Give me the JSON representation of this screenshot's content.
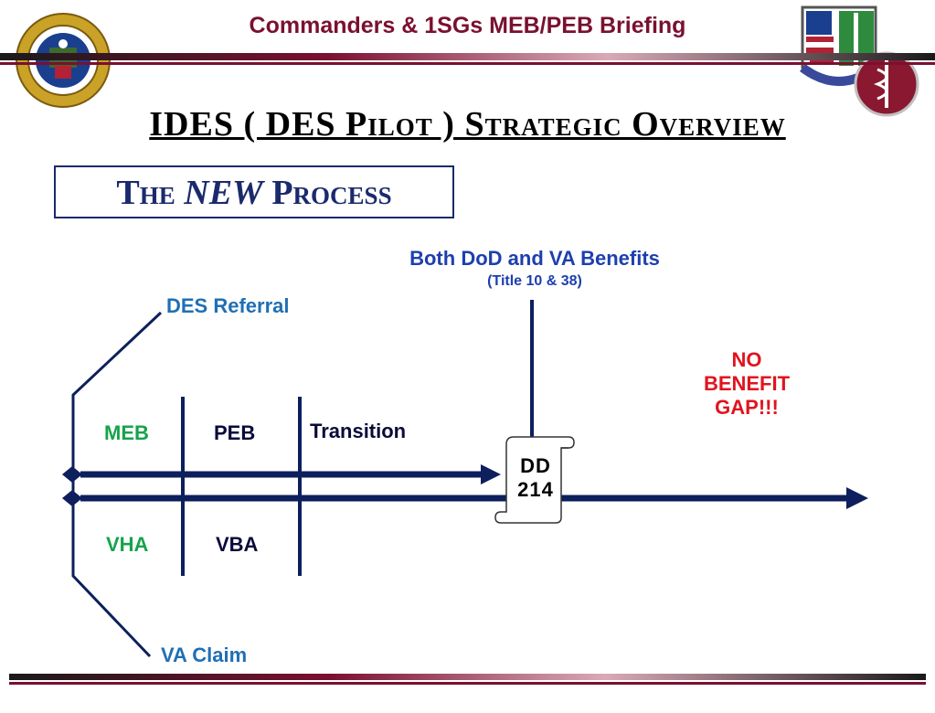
{
  "header": {
    "title": "Commanders & 1SGs MEB/PEB Briefing"
  },
  "slide": {
    "title": "IDES ( DES Pilot ) Strategic Overview",
    "process_heading_pre": "The ",
    "process_heading_new": "NEW",
    "process_heading_post": " Process"
  },
  "diagram": {
    "benefits_title": "Both DoD and VA Benefits",
    "benefits_sub": "(Title 10 & 38)",
    "des_referral": "DES Referral",
    "va_claim": "VA Claim",
    "no_benefit_line1": "NO",
    "no_benefit_line2": "BENEFIT",
    "no_benefit_line3": "GAP!!!",
    "meb": "MEB",
    "peb": "PEB",
    "transition": "Transition",
    "vha": "VHA",
    "vba": "VBA",
    "dd_line1": "DD",
    "dd_line2": "214"
  },
  "colors": {
    "header_maroon": "#7a1030",
    "navy": "#0d1f5c",
    "blue_label": "#1f6fb5",
    "green_label": "#16a34a",
    "red_alert": "#e0141e"
  }
}
